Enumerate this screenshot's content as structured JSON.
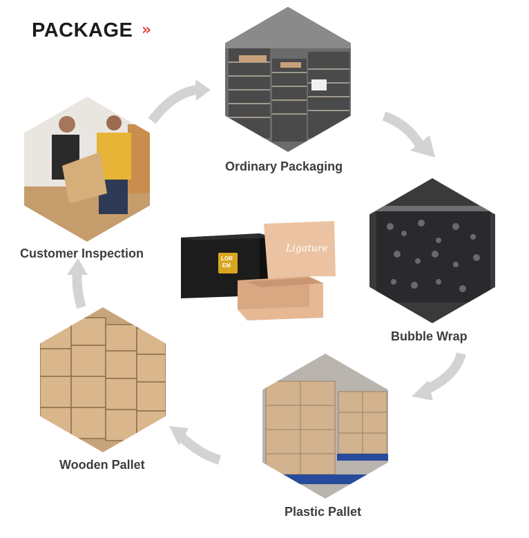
{
  "header": {
    "title": "PACKAGE",
    "arrow": "»"
  },
  "steps": [
    {
      "label": "Ordinary Packaging",
      "image": "stacked-flat-cartons-photo"
    },
    {
      "label": "Bubble Wrap",
      "image": "bubble-wrap-photo"
    },
    {
      "label": "Plastic Pallet",
      "image": "boxes-on-blue-pallet-photo"
    },
    {
      "label": "Wooden Pallet",
      "image": "stacked-cartons-photo"
    },
    {
      "label": "Customer Inspection",
      "image": "workers-inspecting-box-photo"
    }
  ],
  "center_product": {
    "brand": "Ligature",
    "logo_text_1": "LOR",
    "logo_text_2": "EM"
  },
  "colors": {
    "arrow": "#d3d3d3",
    "accent": "#e0483a",
    "box_black": "#1c1c1c",
    "box_kraft": "#e6b894",
    "gold": "#d9a520"
  }
}
